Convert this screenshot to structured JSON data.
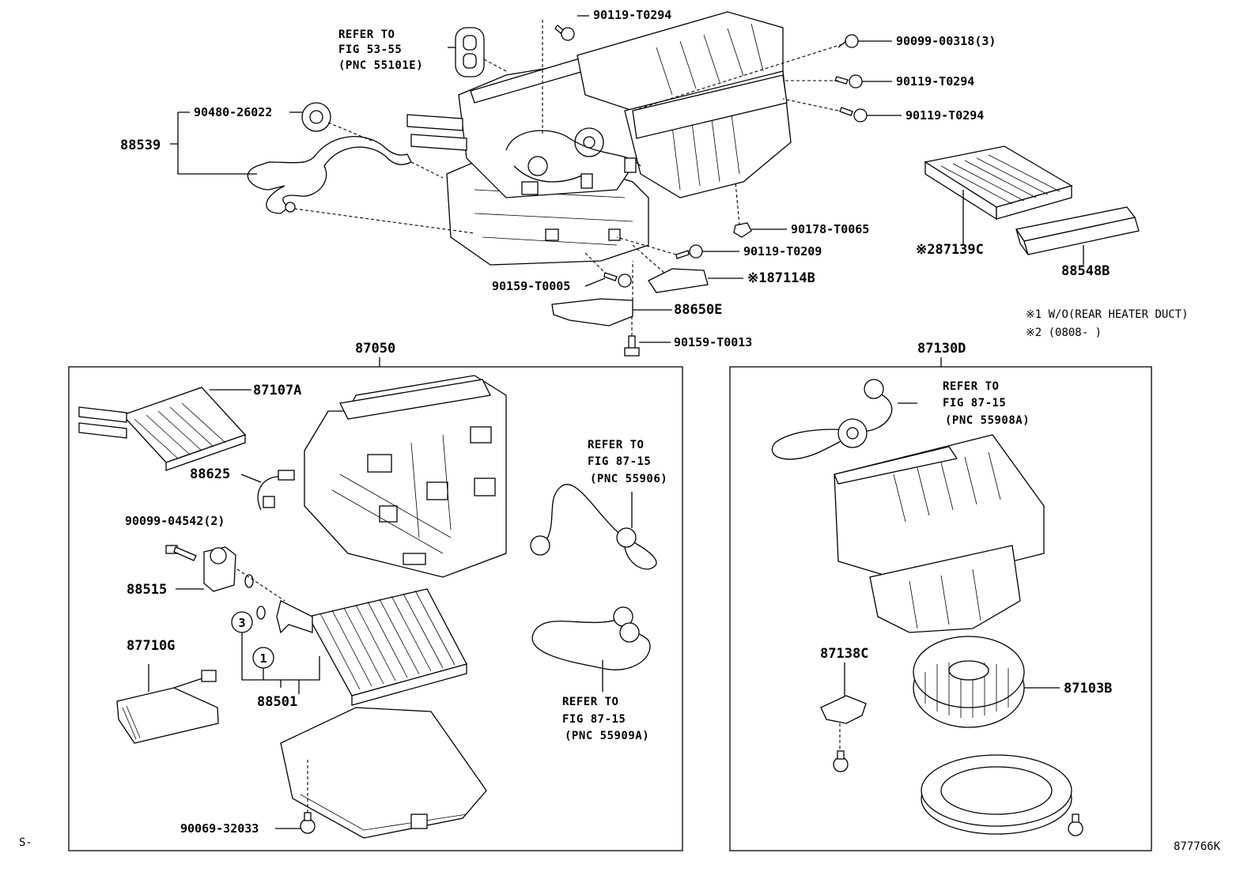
{
  "diagram": {
    "labels": {
      "refer_5355": [
        "REFER TO",
        "FIG 53-55",
        "(PNC 55101E)"
      ],
      "p90119_t0294_top": "90119-T0294",
      "p90099_00318": "90099-00318(3)",
      "p90119_t0294_a": "90119-T0294",
      "p90119_t0294_b": "90119-T0294",
      "p90480_26022": "90480-26022",
      "p88539": "88539",
      "p90178_t0065": "90178-T0065",
      "p90119_t0209": "90119-T0209",
      "p87114b": "※187114B",
      "p90159_t0005": "90159-T0005",
      "p88650e": "88650E",
      "p90159_t0013": "90159-T0013",
      "p87139c": "※287139C",
      "p88548b": "88548B",
      "note1": "※1 W/O(REAR HEATER DUCT)",
      "note2": "※2 (0808-       )",
      "p87050": "87050",
      "p87130d": "87130D",
      "p87107a": "87107A",
      "p88625": "88625",
      "p90099_04542": "90099-04542(2)",
      "p88515": "88515",
      "p87710g": "87710G",
      "p88501": "88501",
      "p90069_32033": "90069-32033",
      "refer_55906": [
        "REFER TO",
        "FIG 87-15",
        "(PNC 55906)"
      ],
      "refer_55909a": [
        "REFER TO",
        "FIG 87-15",
        "(PNC 55909A)"
      ],
      "refer_55908a": [
        "REFER TO",
        "FIG 87-15",
        "(PNC 55908A)"
      ],
      "p87138c": "87138C",
      "p87103b": "87103B",
      "circle3": "3",
      "circle1": "1",
      "corner_left": "S-",
      "corner_right": "877766K"
    }
  }
}
